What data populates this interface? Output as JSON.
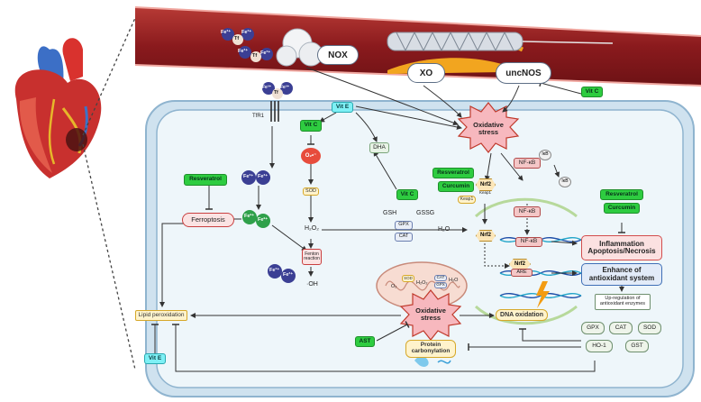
{
  "vessel": {
    "tf_ion": "Fe³⁺",
    "tf": "Tf",
    "nox": "NOX",
    "xo": "XO",
    "uncnos": "uncNOS",
    "vitc_top": "Vit C"
  },
  "cell": {
    "tfr1": "TfR1",
    "vite_top": "Vit E",
    "vitc_left": "Vit C",
    "superoxide": "O₂•⁻",
    "sod_left": "SOD",
    "h2o2_left": "H₂O₂",
    "fenton": "Fenton reaction",
    "oh": "·OH",
    "fe2": "Fe²⁺",
    "fe3": "Fe³⁺",
    "resveratrol_left": "Resveratrol",
    "ferroptosis": "Ferroptosis",
    "dha": "DHA",
    "vitc_mid": "Vit C",
    "gsh": "GSH",
    "gssg": "GSSG",
    "gpx_mid": "GPX",
    "cat_mid": "CAT",
    "h2o_mid": "H₂O",
    "resveratrol_mid": "Resveratrol",
    "curcumin_mid": "Curcumin",
    "oxidative_stress_top": "Oxidative stress",
    "nrf2": "Nrf2",
    "keap1": "Keap1",
    "nfkb": "NF-κB",
    "ikb": "IκB",
    "are": "ARE",
    "resveratrol_right": "Resveratrol",
    "curcumin_right": "Curcumin",
    "inflammation": "Inflammation\nApoptosis/Necrosis",
    "antioxidant": "Enhance of\nantioxidant system",
    "upregulation": "Up-regulation of\nantioxidant enzymes",
    "enzymes": [
      "GPX",
      "CAT",
      "SOD",
      "HO-1",
      "GST"
    ],
    "lipid_peroxidation": "Lipid peroxidation",
    "oxidative_stress_bottom": "Oxidative stress",
    "ast": "AST",
    "protein_carbonylation": "Protein carbonylation",
    "dna_oxidation": "DNA oxidation",
    "vite_bottom": "Vit E",
    "mito_o2": "O₂",
    "mito_sod": "SOD",
    "mito_h2o2": "H₂O₂",
    "mito_cat": "CAT",
    "mito_gpx": "GPX",
    "mito_h2o": "H₂O"
  },
  "colors": {
    "vessel": "#8e1b1f",
    "cell_fill": "#eef6fa",
    "membrane": "#9fc0d8",
    "antioxidant_green": "#2ecc40"
  }
}
